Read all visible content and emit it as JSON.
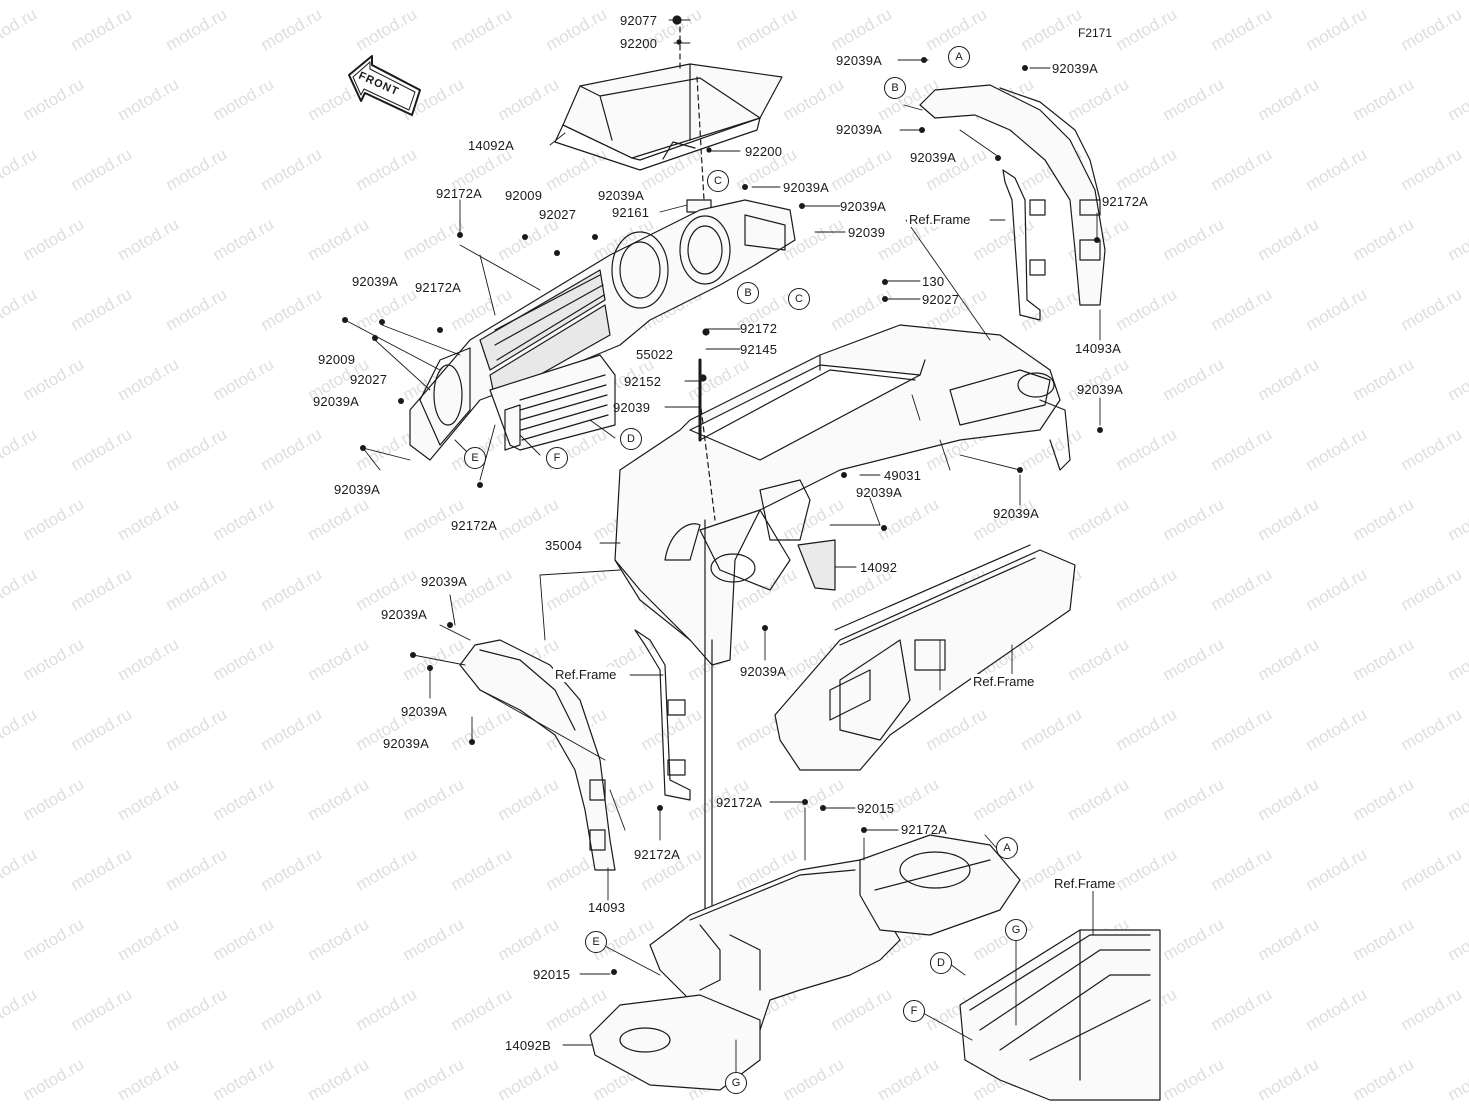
{
  "figure_code": "F2171",
  "front_label": "FRONT",
  "watermark": "motod.ru",
  "ref_frame_label": "Ref.Frame",
  "parts": {
    "p92077": "92077",
    "p92200_top": "92200",
    "p14092A": "14092A",
    "p92200_mid": "92200",
    "p92161": "92161",
    "p92172A_1": "92172A",
    "p92009_1": "92009",
    "p92027_1": "92027",
    "p92039A_1": "92039A",
    "p92039A_2": "92039A",
    "p92039A_3": "92039A",
    "p92039A_4": "92039A",
    "p92172A_2": "92172A",
    "p92009_2": "92009",
    "p92027_2": "92027",
    "p92039A_5": "92039A",
    "p55022": "55022",
    "p92172": "92172",
    "p92145": "92145",
    "p92152": "92152",
    "p92039": "92039",
    "p92039_b": "92039",
    "p130": "130",
    "p92027_3": "92027",
    "p92039A_tr1": "92039A",
    "p92039A_tr2": "92039A",
    "p92039A_tr3": "92039A",
    "p92039A_tr4": "92039A",
    "p92172A_tr": "92172A",
    "p14093A": "14093A",
    "p92039A_r": "92039A",
    "p49031": "49031",
    "p92039A_c": "92039A",
    "p92039A_rb": "92039A",
    "p92039A_l": "92039A",
    "p92172A_l": "92172A",
    "p35004": "35004",
    "p14092": "14092",
    "p92039A_mid": "92039A",
    "p92039A_la": "92039A",
    "p92039A_lb": "92039A",
    "p92039A_lc": "92039A",
    "p92039A_ld": "92039A",
    "p92172A_lb": "92172A",
    "p14093": "14093",
    "p92172A_b1": "92172A",
    "p92015_b1": "92015",
    "p92172A_b2": "92172A",
    "p92015_b2": "92015",
    "p14092B": "14092B"
  },
  "callouts": {
    "A": "A",
    "B": "B",
    "C": "C",
    "D": "D",
    "E": "E",
    "F": "F",
    "G": "G"
  }
}
